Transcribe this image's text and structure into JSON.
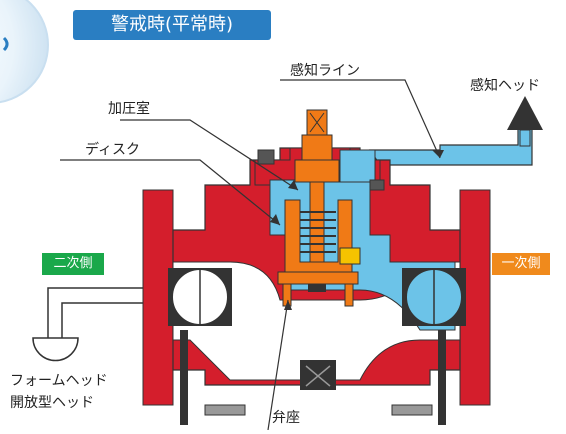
{
  "diagram": {
    "title": "警戒時(平常時)",
    "labels": {
      "sensing_line": "感知ライン",
      "sensing_head": "感知ヘッド",
      "pressure_chamber": "加圧室",
      "disc": "ディスク",
      "secondary_side": "二次側",
      "primary_side": "一次側",
      "foam_head": "フォームヘッド",
      "open_head": "開放型ヘッド",
      "valve_seat": "弁座"
    },
    "colors": {
      "body_red": "#d41e2c",
      "water_blue": "#6cc3e8",
      "orange": "#f07a16",
      "title_blue": "#2a7ec2",
      "secondary_green": "#1aa84a",
      "primary_orange": "#f08a1c"
    },
    "icons": [
      "sensing-head-icon",
      "open-head-icon",
      "spring-icon"
    ]
  }
}
